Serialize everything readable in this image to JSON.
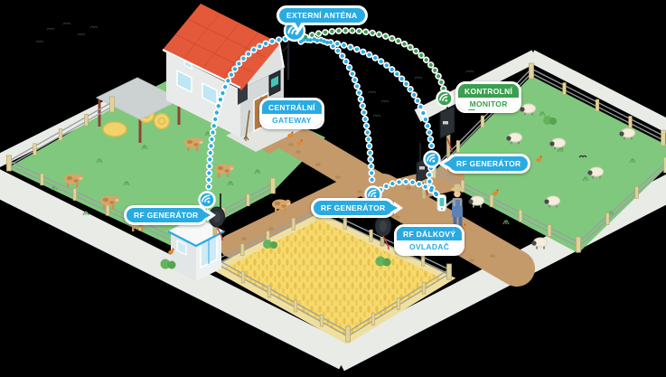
{
  "diagram": {
    "type": "isometric-farm-rf-fencing-system",
    "background": "#000000",
    "colors": {
      "accent_blue": "#29abe2",
      "accent_green": "#3aa04f",
      "grass": "#80c87d",
      "crop_field": "#f6da6e",
      "dirt_path": "#c49a6b",
      "road": "#e9ebe7",
      "roof": "#e4593a"
    },
    "labels": {
      "external_antenna": "EXTERNÍ ANTÉNA",
      "central_gateway": [
        "CENTRÁLNÍ",
        "GATEWAY"
      ],
      "control_monitor": [
        "KONTROLNÍ",
        "MONITOR"
      ],
      "rf_generator_left": "RF GENERÁTOR",
      "rf_generator_middle": "RF GENERÁTOR",
      "rf_generator_right": "RF GENERÁTOR",
      "rf_remote": [
        "RF DÁLKOVÝ",
        "OVLADAČ"
      ]
    },
    "icons": {
      "signal": "wifi-signal-icon"
    }
  }
}
